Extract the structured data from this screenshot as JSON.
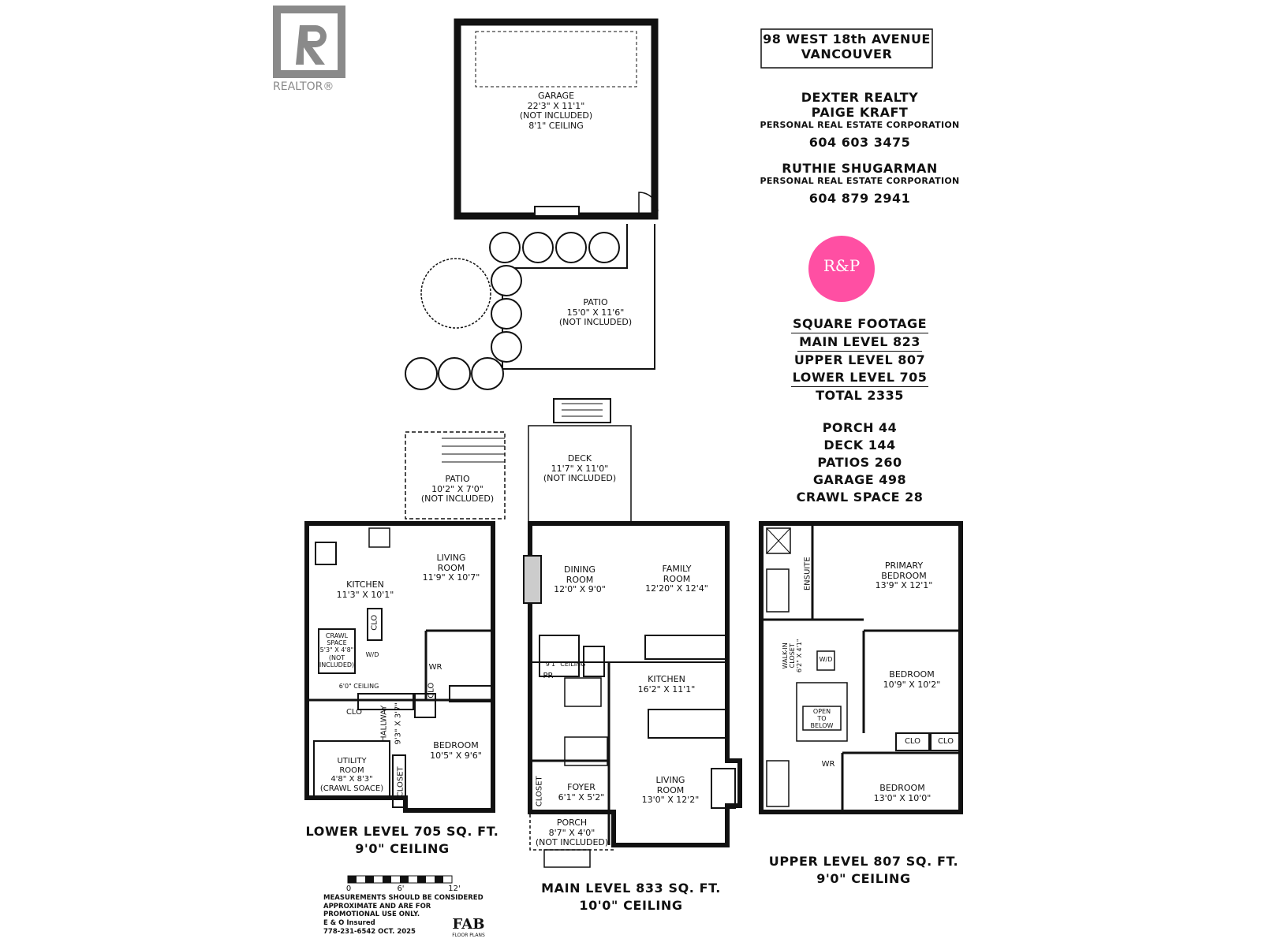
{
  "logo": {
    "realtor_text": "REALTOR®",
    "rp_text": "R&P"
  },
  "header": {
    "address_line1": "98 WEST 18th AVENUE",
    "address_line2": "VANCOUVER"
  },
  "agents": {
    "company": "DEXTER REALTY",
    "agent1_name": "PAIGE KRAFT",
    "agent1_corp": "PERSONAL REAL ESTATE CORPORATION",
    "agent1_phone": "604 603 3475",
    "agent2_name": "RUTHIE SHUGARMAN",
    "agent2_corp": "PERSONAL REAL ESTATE CORPORATION",
    "agent2_phone": "604 879 2941"
  },
  "square_footage": {
    "title": "SQUARE FOOTAGE",
    "main": "MAIN LEVEL 823",
    "upper": "UPPER LEVEL 807",
    "lower": "LOWER LEVEL 705",
    "total": "TOTAL 2335"
  },
  "extras": {
    "porch": "PORCH 44",
    "deck": "DECK 144",
    "patios": "PATIOS 260",
    "garage": "GARAGE 498",
    "crawl": "CRAWL SPACE 28"
  },
  "garage": {
    "name": "GARAGE",
    "dim": "22'3\" X 11'1\"",
    "note": "(NOT INCLUDED)",
    "ceiling": "8'1\" CEILING"
  },
  "patio_top": {
    "name": "PATIO",
    "dim": "15'0\" X 11'6\"",
    "note": "(NOT INCLUDED)"
  },
  "lower_level": {
    "patio": {
      "name": "PATIO",
      "dim": "10'2\" X 7'0\"",
      "note": "(NOT INCLUDED)"
    },
    "living": {
      "name1": "LIVING",
      "name2": "ROOM",
      "dim": "11'9\" X 10'7\""
    },
    "kitchen": {
      "name": "KITCHEN",
      "dim": "11'3\" X 10'1\""
    },
    "crawl": {
      "l1": "CRAWL",
      "l2": "SPACE",
      "l3": "5'3\" X 4'8\"",
      "l4": "(NOT",
      "l5": "INCLUDED)"
    },
    "clo1": "CLO",
    "clo2": "CLO",
    "clo3": "CLO",
    "wd": "W/D",
    "wr": "WR",
    "ceiling_note": "6'0\" CEILING",
    "hallway": "HALLWAY",
    "hallway_dim": "9'3\" X 3'7\"",
    "bedroom": {
      "name": "BEDROOM",
      "dim": "10'5\" X 9'6\""
    },
    "utility": {
      "l1": "UTILITY",
      "l2": "ROOM",
      "l3": "4'8\" X 8'3\"",
      "l4": "(CRAWL SOACE)"
    },
    "closet": "CLOSET",
    "caption1": "LOWER LEVEL 705 SQ. FT.",
    "caption2": "9'0\" CEILING"
  },
  "main_level": {
    "deck": {
      "name": "DECK",
      "dim": "11'7\" X 11'0\"",
      "note": "(NOT INCLUDED)"
    },
    "dining": {
      "name1": "DINING",
      "name2": "ROOM",
      "dim": "12'0\" X 9'0\""
    },
    "family": {
      "name1": "FAMILY",
      "name2": "ROOM",
      "dim": "12'20\" X 12'4\""
    },
    "ceiling_note": "9'1\" CEILING",
    "pr": "PR",
    "kitchen": {
      "name": "KITCHEN",
      "dim": "16'2\" X 11'1\""
    },
    "living": {
      "name1": "LIVING",
      "name2": "ROOM",
      "dim": "13'0\" X 12'2\""
    },
    "foyer": {
      "name": "FOYER",
      "dim": "6'1\" X 5'2\""
    },
    "closet": "CLOSET",
    "porch": {
      "name": "PORCH",
      "dim": "8'7\" X 4'0\"",
      "note": "(NOT INCLUDED)"
    },
    "caption1": "MAIN LEVEL 833 SQ. FT.",
    "caption2": "10'0\" CEILING"
  },
  "upper_level": {
    "ensuite": "ENSUITE",
    "primary": {
      "name1": "PRIMARY",
      "name2": "BEDROOM",
      "dim": "13'9\" X 12'1\""
    },
    "walkin": {
      "l1": "WALK-IN",
      "l2": "CLOSET",
      "l3": "6'2\" X 4'1\""
    },
    "wd": "W/D",
    "bedroom2": {
      "name": "BEDROOM",
      "dim": "10'9\" X 10'2\""
    },
    "open_below": {
      "l1": "OPEN",
      "l2": "TO",
      "l3": "BELOW"
    },
    "clo1": "CLO",
    "clo2": "CLO",
    "wr": "WR",
    "bedroom3": {
      "name": "BEDROOM",
      "dim": "13'0\" X 10'0\""
    },
    "caption1": "UPPER LEVEL 807 SQ. FT.",
    "caption2": "9'0\" CEILING"
  },
  "scale": {
    "t0": "0",
    "t1": "6'",
    "t2": "12'"
  },
  "disclaimer": {
    "line1": "MEASUREMENTS SHOULD BE CONSIDERED",
    "line2": "APPROXIMATE AND ARE FOR",
    "line3": "PROMOTIONAL USE ONLY.",
    "line4": "E & O Insured",
    "line5": "778-231-6542  OCT. 2025"
  },
  "fab": {
    "name": "FAB",
    "sub": "FLOOR PLANS"
  },
  "colors": {
    "ink": "#111111",
    "logo_gray": "#8a8a8a",
    "rp_pink": "#ff4fa3"
  }
}
